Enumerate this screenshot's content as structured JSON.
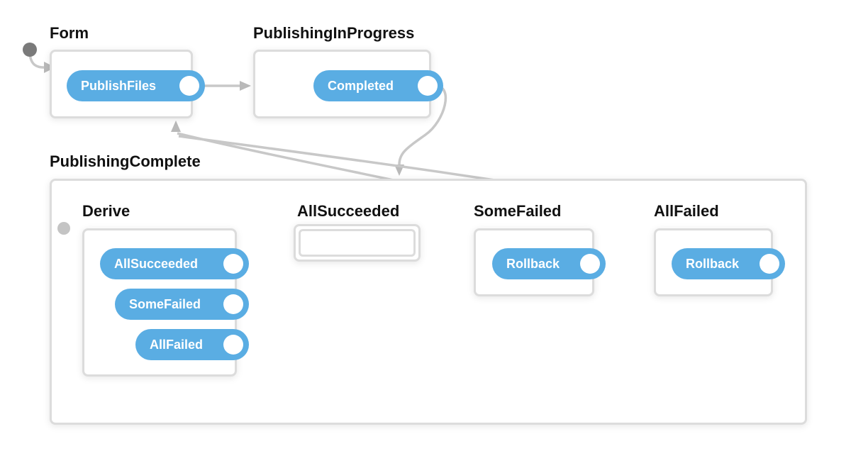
{
  "states": {
    "form": {
      "title": "Form"
    },
    "publishing_in_progress": {
      "title": "PublishingInProgress"
    },
    "publishing_complete": {
      "title": "PublishingComplete"
    },
    "derive": {
      "title": "Derive"
    },
    "all_succeeded": {
      "title": "AllSucceeded"
    },
    "some_failed": {
      "title": "SomeFailed"
    },
    "all_failed": {
      "title": "AllFailed"
    }
  },
  "events": {
    "publish_files": "PublishFiles",
    "completed": "Completed",
    "derive_all_succeeded": "AllSucceeded",
    "derive_some_failed": "SomeFailed",
    "derive_all_failed": "AllFailed",
    "some_failed_rollback": "Rollback",
    "all_failed_rollback": "Rollback"
  },
  "colors": {
    "event_fill": "#5aade3",
    "box_border": "#dcdcdc",
    "edge": "#c8c8c8",
    "initial_outer": "#7a7a7a",
    "initial_inner": "#c4c4c4"
  }
}
